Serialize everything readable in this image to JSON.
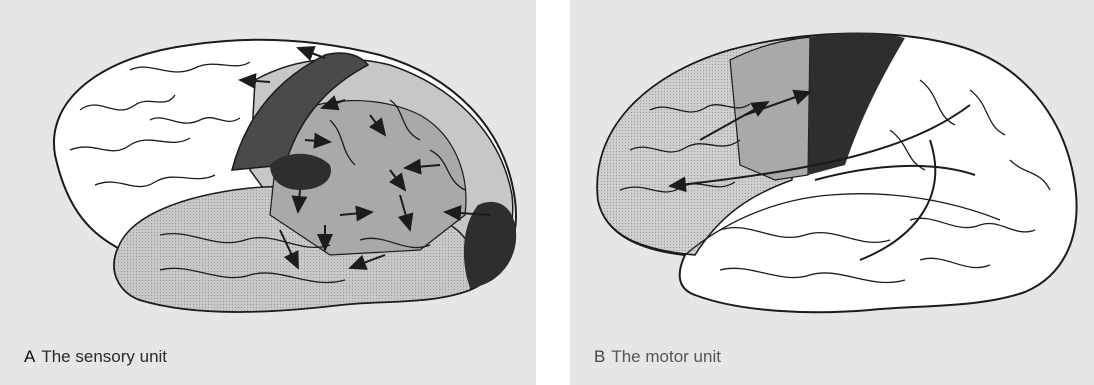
{
  "panels": [
    {
      "letter": "A",
      "caption": "The sensory unit"
    },
    {
      "letter": "B",
      "caption": "The motor unit"
    }
  ],
  "colors": {
    "background": "#e6e6e6",
    "outline": "#1c1c1c",
    "light_shade": "#d3d3d3",
    "mid_shade": "#a9a9a9",
    "dark_shade": "#4a4a4a",
    "darkest_shade": "#2e2e2e"
  }
}
